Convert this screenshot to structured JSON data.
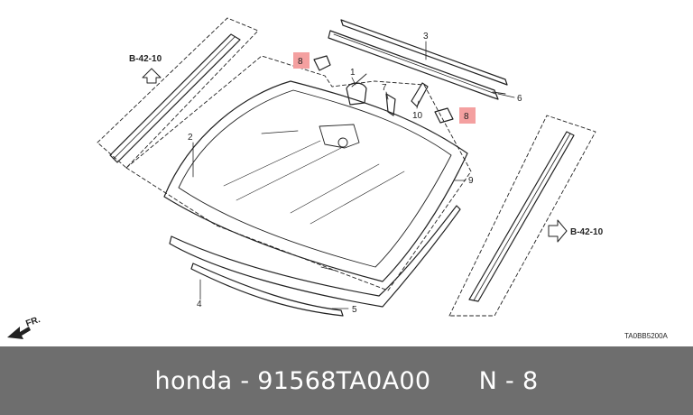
{
  "diagram": {
    "callouts": [
      "1",
      "2",
      "3",
      "4",
      "5",
      "6",
      "7",
      "8",
      "8",
      "9",
      "10"
    ],
    "ref_left": "B-42-10",
    "ref_right": "B-42-10",
    "front_label": "FR.",
    "drawing_code": "TA0BB5200A"
  },
  "footer": {
    "brand": "honda",
    "separator": " - ",
    "part_number": "91568TA0A00",
    "position": "N - 8"
  },
  "colors": {
    "footer_bg": "#6e6e6e",
    "highlight": "#f4a0a0",
    "line": "#222222"
  }
}
